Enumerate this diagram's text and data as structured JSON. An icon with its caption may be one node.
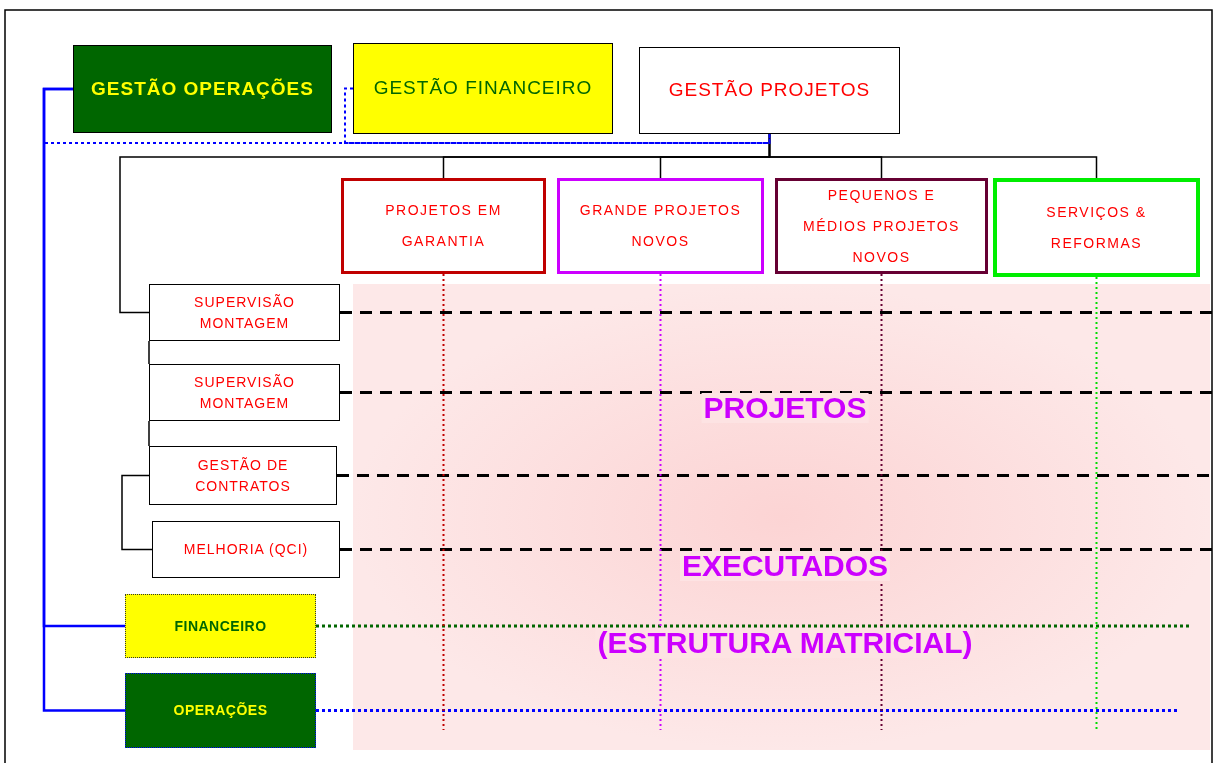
{
  "diagram": {
    "nodes": [
      {
        "text": [
          "GESTÃO OPERAÇÕES"
        ]
      },
      {
        "text": [
          "GESTÃO FINANCEIRO"
        ]
      },
      {
        "text": [
          "GESTÃO PROJETOS"
        ]
      },
      {
        "text": [
          "PROJETOS EM GARANTIA"
        ]
      },
      {
        "text": [
          "GRANDE PROJETOS NOVOS"
        ]
      },
      {
        "text": [
          "PEQUENOS E MÉDIOS PROJETOS NOVOS"
        ]
      },
      {
        "text": [
          "SERVIÇOS & REFORMAS"
        ]
      },
      {
        "text": [
          "SUPERVISÃO MONTAGEM"
        ]
      },
      {
        "text": [
          "SUPERVISÃO MONTAGEM"
        ]
      },
      {
        "text": [
          "GESTÃO DE CONTRATOS"
        ]
      },
      {
        "text": [
          "MELHORIA (QCI)"
        ]
      },
      {
        "text": [
          "FINANCEIRO"
        ]
      },
      {
        "text": [
          "OPERAÇÕES"
        ]
      }
    ],
    "edges": [
      {
        "from": 2,
        "to": 3,
        "arrow": "none"
      },
      {
        "from": 2,
        "to": 4,
        "arrow": "none"
      },
      {
        "from": 2,
        "to": 5,
        "arrow": "none"
      },
      {
        "from": 2,
        "to": 6,
        "arrow": "none"
      },
      {
        "from": 2,
        "to": 7,
        "arrow": "none"
      },
      {
        "from": 7,
        "to": 8,
        "arrow": "none"
      },
      {
        "from": 8,
        "to": 9,
        "arrow": "none"
      },
      {
        "from": 9,
        "to": 10,
        "arrow": "none"
      },
      {
        "from": 0,
        "to": 11,
        "arrow": "none",
        "color": "#0000ff"
      },
      {
        "from": 0,
        "to": 12,
        "arrow": "none",
        "color": "#0000ff"
      },
      {
        "from": 0,
        "to": 2,
        "arrow": "none",
        "style": "dashed",
        "color": "#0000ff"
      },
      {
        "from": 1,
        "to": 2,
        "arrow": "none",
        "style": "dashed",
        "color": "#0000ff"
      },
      {
        "from": 7,
        "to": null,
        "arrow": "none",
        "style": "dashed"
      },
      {
        "from": 8,
        "to": null,
        "arrow": "none",
        "style": "dashed"
      },
      {
        "from": 9,
        "to": null,
        "arrow": "none",
        "style": "dashed"
      },
      {
        "from": 10,
        "to": null,
        "arrow": "none",
        "style": "dashed"
      },
      {
        "from": 11,
        "to": null,
        "arrow": "none",
        "style": "dashed",
        "color": "#006600"
      },
      {
        "from": 12,
        "to": null,
        "arrow": "none",
        "style": "dashed",
        "color": "#0000ff"
      },
      {
        "from": 3,
        "to": null,
        "arrow": "none",
        "style": "dashed",
        "color": "#c00000"
      },
      {
        "from": 4,
        "to": null,
        "arrow": "none",
        "style": "dashed",
        "color": "#cc00ff"
      },
      {
        "from": 5,
        "to": null,
        "arrow": "none",
        "style": "dashed",
        "color": "#660033"
      },
      {
        "from": 6,
        "to": null,
        "arrow": "none",
        "style": "dashed",
        "color": "#00dd00"
      }
    ],
    "labels": [
      "PROJETOS",
      "EXECUTADOS",
      "(ESTRUTURA MATRICIAL)"
    ]
  }
}
